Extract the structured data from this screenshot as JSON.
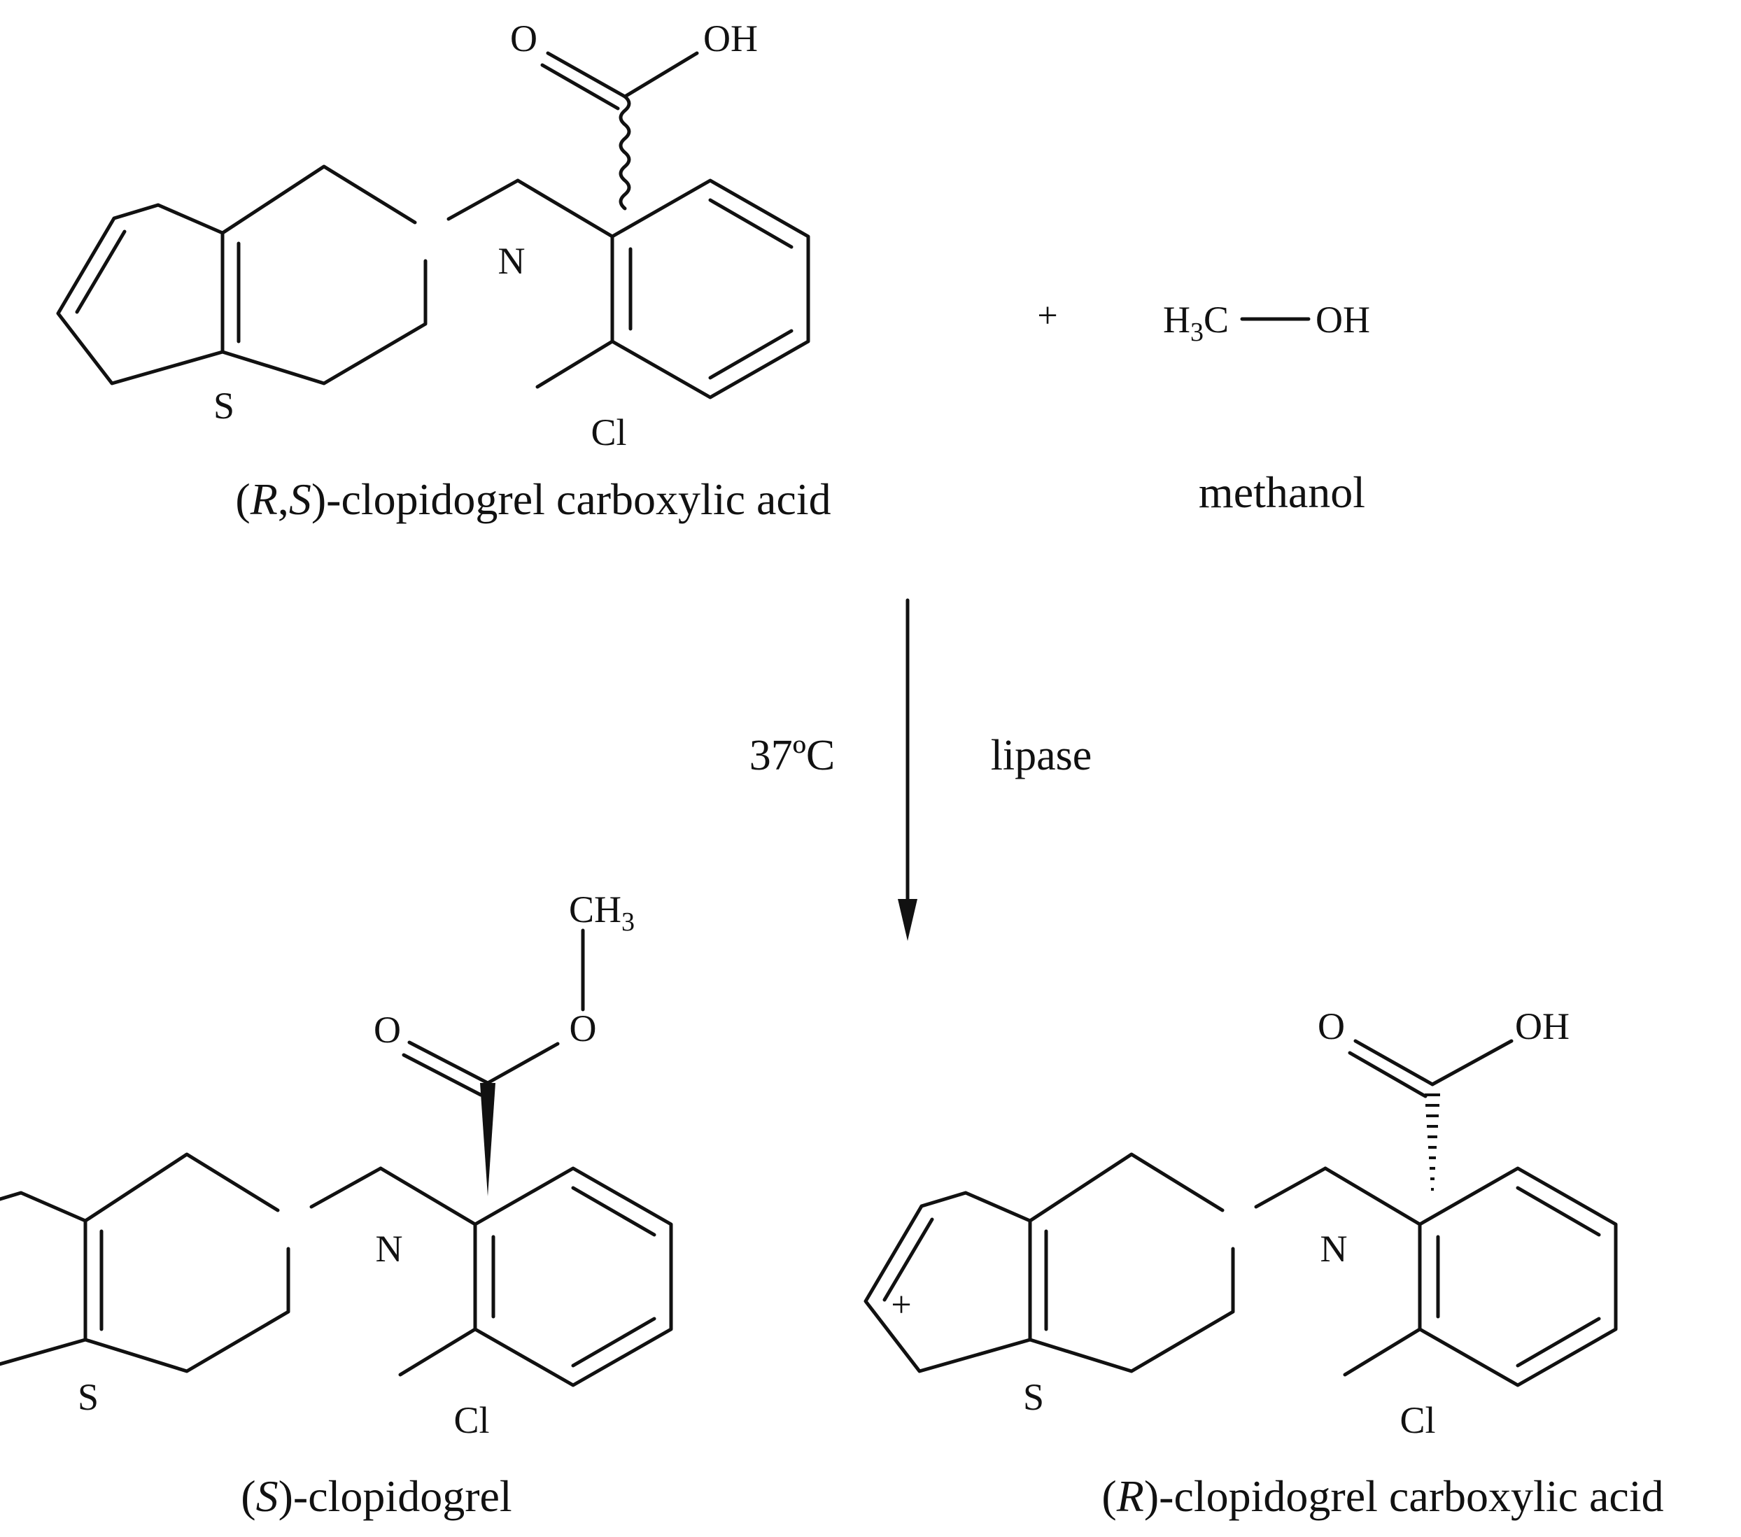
{
  "reactants": {
    "acid": {
      "caption_prefix": "(",
      "caption_italic_r": "R",
      "caption_comma": ",",
      "caption_italic_s": "S",
      "caption_suffix": ")-clopidogrel carboxylic acid",
      "atom_o": "O",
      "atom_oh": "OH",
      "atom_n": "N",
      "atom_s": "S",
      "atom_cl": "Cl"
    },
    "plus": "+",
    "methanol": {
      "h": "H",
      "h_sub": "3",
      "c": "C",
      "oh": "OH",
      "caption": "methanol"
    }
  },
  "conditions": {
    "temperature": "37ºC",
    "catalyst": "lipase"
  },
  "products": {
    "ester": {
      "caption_prefix": "(",
      "caption_italic": "S",
      "caption_suffix": ")-clopidogrel",
      "atom_ch": "CH",
      "atom_ch_sub": "3",
      "atom_o_carbonyl": "O",
      "atom_o_ether": "O",
      "atom_n": "N",
      "atom_s": "S",
      "atom_cl": "Cl"
    },
    "plus": "+",
    "acid": {
      "caption_prefix": "(",
      "caption_italic": "R",
      "caption_suffix": ")-clopidogrel carboxylic acid",
      "atom_o": "O",
      "atom_oh": "OH",
      "atom_n": "N",
      "atom_s": "S",
      "atom_cl": "Cl"
    }
  }
}
